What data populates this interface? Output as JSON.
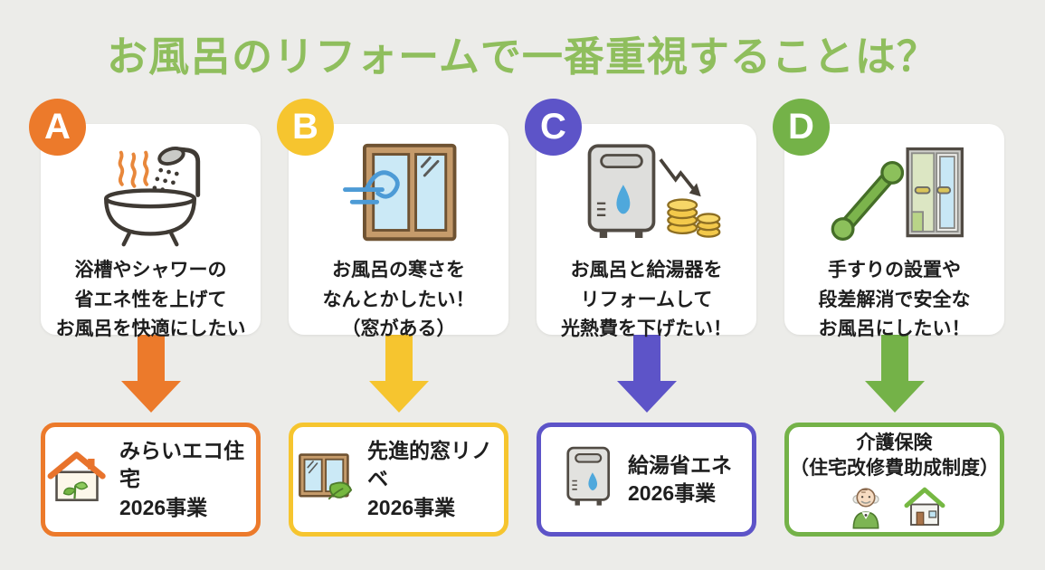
{
  "title": "お風呂のリフォームで一番重視することは？",
  "colors": {
    "background": "#ECECE9",
    "title": "#8FBE5D",
    "text": "#1E1E1E"
  },
  "options": [
    {
      "letter": "A",
      "color": "#EC7A2B",
      "icon": "bathtub-shower-icon",
      "description": "浴槽やシャワーの\n省エネ性を上げて\nお風呂を快適にしたい",
      "program": {
        "icon": "eco-house-icon",
        "name": "みらいエコ住宅\n2026事業"
      }
    },
    {
      "letter": "B",
      "color": "#F6C52F",
      "icon": "cold-window-icon",
      "description": "お風呂の寒さを\nなんとかしたい！\n（窓がある）",
      "program": {
        "icon": "window-leaf-icon",
        "name": "先進的窓リノベ\n2026事業"
      }
    },
    {
      "letter": "C",
      "color": "#5D54C8",
      "icon": "water-heater-coins-icon",
      "description": "お風呂と給湯器を\nリフォームして\n光熱費を下げたい！",
      "program": {
        "icon": "water-heater-icon",
        "name": "給湯省エネ\n2026事業"
      }
    },
    {
      "letter": "D",
      "color": "#74B248",
      "icon": "grab-bar-door-icon",
      "description": "手すりの設置や\n段差解消で安全な\nお風呂にしたい！",
      "program": {
        "icons": [
          "elderly-man-icon",
          "house-icon"
        ],
        "name": "介護保険\n（住宅改修費助成制度）"
      }
    }
  ]
}
